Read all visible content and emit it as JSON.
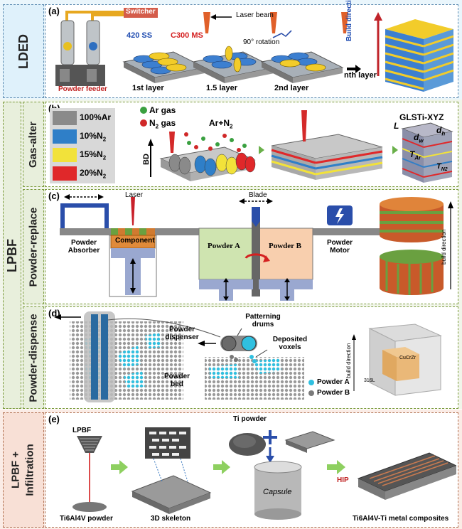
{
  "sections": {
    "lded": "LDED",
    "lpbf": "LPBF",
    "gas_alter": "Gas-alter",
    "powder_replace": "Powder-replace",
    "powder_dispense": "Powder-dispense",
    "infiltration": "LPBF + Infiltration"
  },
  "panel_a": {
    "label": "(a)",
    "switcher": "Switcher",
    "laser_beam": "Laser beam",
    "ss": "420 SS",
    "ms": "C300 MS",
    "rotation": "90° rotation",
    "powder_feeder": "Powder feeder",
    "layers": [
      "1st layer",
      "1.5 layer",
      "2nd layer",
      "nth layer"
    ],
    "build_direction": "Build direction"
  },
  "panel_b": {
    "label": "(b)",
    "legend": [
      "100%Ar",
      "10%N",
      "15%N",
      "20%N"
    ],
    "legend_sub": "2",
    "legend_colors": [
      "#8a8a8a",
      "#2f7fc8",
      "#f2e23a",
      "#e0282a"
    ],
    "ar_gas": "Ar gas",
    "n2_gas": "N",
    "n2_gas_tail": " gas",
    "ar_n2": "Ar+N",
    "bd": "BD",
    "glsti": "GLSTi-XYZ",
    "l": "L",
    "dw": "d",
    "dw_sub": "w",
    "dh": "d",
    "dh_sub": "h",
    "tar": "T",
    "tar_sub": "Ar",
    "tn2": "T",
    "tn2_sub": "N2"
  },
  "panel_c": {
    "label": "(c)",
    "laser": "Laser",
    "blade": "Blade",
    "powder_absorber": "Powder Absorber",
    "component": "Component",
    "powder_a": "Powder A",
    "powder_b": "Powder B",
    "powder_motor": "Powder Motor",
    "build_direction": "build direction"
  },
  "panel_d": {
    "label": "(d)",
    "powder_dispenser": "Powder dispenser",
    "patterning_drums": "Patterning drums",
    "deposited_voxels": "Deposited voxels",
    "powder_bed": "Powder bed",
    "legend_a": "Powder A",
    "legend_b": "Powder B",
    "build_direction": "build direction",
    "cucrzr": "CuCrZr",
    "steel": "316L"
  },
  "panel_e": {
    "label": "(e)",
    "lpbf": "LPBF",
    "ti_powder": "Ti powder",
    "capsule": "Capsule",
    "hip": "HIP",
    "ti6al4v_powder": "Ti6Al4V powder",
    "skeleton": "3D skeleton",
    "composites": "Ti6Al4V-Ti metal composites"
  }
}
